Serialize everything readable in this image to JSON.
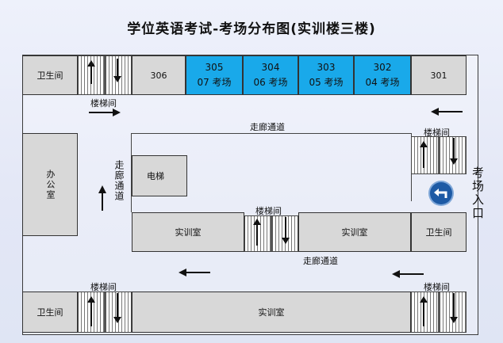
{
  "title": "学位英语考试-考场分布图(实训楼三楼)",
  "rooms": {
    "wc_top_left": "卫生间",
    "r306": "306",
    "r305": {
      "num": "305",
      "label": "07 考场"
    },
    "r304": {
      "num": "304",
      "label": "06 考场"
    },
    "r303": {
      "num": "303",
      "label": "05 考场"
    },
    "r302": {
      "num": "302",
      "label": "04 考场"
    },
    "r301": "301",
    "office": "办公室",
    "elevator": "电梯",
    "lab_mid_left": "实训室",
    "lab_mid_right": "实训室",
    "wc_mid_right": "卫生间",
    "wc_bottom_left": "卫生间",
    "lab_bottom": "实训室"
  },
  "labels": {
    "stairs": "楼梯间",
    "corridor": "走廊通道",
    "entrance": "考场入口"
  },
  "colors": {
    "exam_room": "#19a9ea",
    "room": "#d8d8d8",
    "entrance_icon": "#1d5aa5"
  }
}
